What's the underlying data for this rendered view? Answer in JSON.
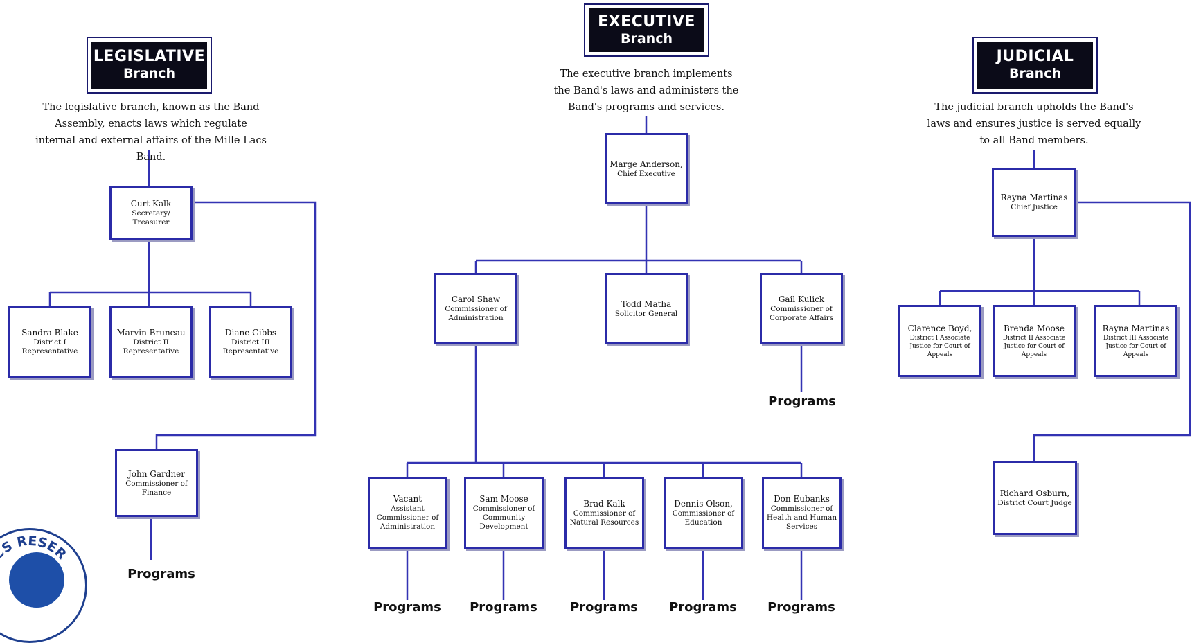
{
  "branches": {
    "legislative": {
      "title": "LEGISLATIVE",
      "subtitle": "Branch",
      "description": "The legislative branch, known as the Band Assembly, enacts laws which regulate internal and external affairs of the Mille Lacs Band."
    },
    "executive": {
      "title": "EXECUTIVE",
      "subtitle": "Branch",
      "description": "The executive branch implements the Band's laws and administers the Band's programs and services."
    },
    "judicial": {
      "title": "JUDICIAL",
      "subtitle": "Branch",
      "description": "The judicial branch upholds the Band's laws and ensures justice is served equally to all Band members."
    }
  },
  "legislative": {
    "head": {
      "name": "Curt Kalk",
      "title": "Secretary/ Treasurer"
    },
    "reps": [
      {
        "name": "Sandra Blake",
        "title": "District I Representative"
      },
      {
        "name": "Marvin Bruneau",
        "title": "District II Representative"
      },
      {
        "name": "Diane Gibbs",
        "title": "District III Representative"
      }
    ],
    "finance": {
      "name": "John Gardner",
      "title": "Commissioner of Finance"
    }
  },
  "executive": {
    "head": {
      "name": "Marge Anderson,",
      "title": "Chief Executive"
    },
    "level2": [
      {
        "name": "Carol Shaw",
        "title": "Commissioner of Administration"
      },
      {
        "name": "Todd Matha",
        "title": "Solicitor General"
      },
      {
        "name": "Gail Kulick",
        "title": "Commissioner of Corporate Affairs"
      }
    ],
    "level3": [
      {
        "name": "Vacant",
        "title": "Assistant Commissioner of Administration"
      },
      {
        "name": "Sam Moose",
        "title": "Commissioner of Community Development"
      },
      {
        "name": "Brad Kalk",
        "title": "Commissioner of Natural Resources"
      },
      {
        "name": "Dennis Olson,",
        "title": "Commissioner of Education"
      },
      {
        "name": "Don Eubanks",
        "title": "Commissioner of Health and Human Services"
      }
    ]
  },
  "judicial": {
    "head": {
      "name": "Rayna Martinas",
      "title": "Chief Justice"
    },
    "justices": [
      {
        "name": "Clarence Boyd,",
        "title": "District I Associate Justice for Court of Appeals"
      },
      {
        "name": "Brenda Moose",
        "title": "District II Associate Justice for Court of Appeals"
      },
      {
        "name": "Rayna Martinas",
        "title": "District III Associate Justice for Court of Appeals"
      }
    ],
    "judge": {
      "name": "Richard Osburn,",
      "title": "District Court Judge"
    }
  },
  "programs_label": "Programs",
  "seal_text": "LACS RESER",
  "colors": {
    "connector": "#3333b3",
    "box_border": "#2b2ba8",
    "header_bg": "#0b0b18"
  }
}
